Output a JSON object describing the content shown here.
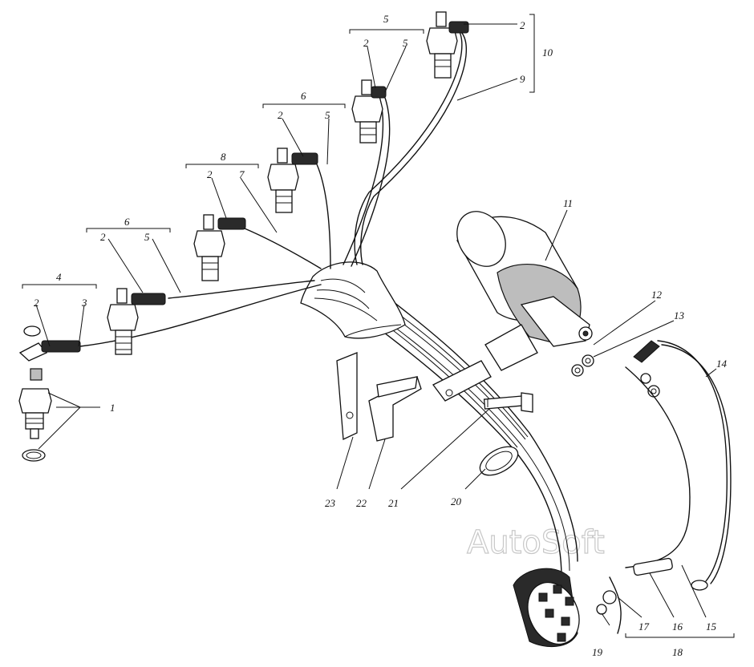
{
  "watermark": "AutoSoft",
  "labels": [
    {
      "id": "l1",
      "text": "1"
    },
    {
      "id": "l2a",
      "text": "2"
    },
    {
      "id": "l3",
      "text": "3"
    },
    {
      "id": "l4",
      "text": "4"
    },
    {
      "id": "l2b",
      "text": "2"
    },
    {
      "id": "l5a",
      "text": "5"
    },
    {
      "id": "l6a",
      "text": "6"
    },
    {
      "id": "l2c",
      "text": "2"
    },
    {
      "id": "l7",
      "text": "7"
    },
    {
      "id": "l8",
      "text": "8"
    },
    {
      "id": "l2d",
      "text": "2"
    },
    {
      "id": "l5b",
      "text": "5"
    },
    {
      "id": "l6b",
      "text": "6"
    },
    {
      "id": "l2e",
      "text": "2"
    },
    {
      "id": "l5c",
      "text": "5"
    },
    {
      "id": "l5d",
      "text": "5"
    },
    {
      "id": "l2f",
      "text": "2"
    },
    {
      "id": "l9",
      "text": "9"
    },
    {
      "id": "l10",
      "text": "10"
    },
    {
      "id": "l11",
      "text": "11"
    },
    {
      "id": "l12",
      "text": "12"
    },
    {
      "id": "l13",
      "text": "13"
    },
    {
      "id": "l14",
      "text": "14"
    },
    {
      "id": "l15",
      "text": "15"
    },
    {
      "id": "l16",
      "text": "16"
    },
    {
      "id": "l17",
      "text": "17"
    },
    {
      "id": "l18",
      "text": "18"
    },
    {
      "id": "l19",
      "text": "19"
    },
    {
      "id": "l20",
      "text": "20"
    },
    {
      "id": "l21",
      "text": "21"
    },
    {
      "id": "l22",
      "text": "22"
    },
    {
      "id": "l23",
      "text": "23"
    }
  ]
}
